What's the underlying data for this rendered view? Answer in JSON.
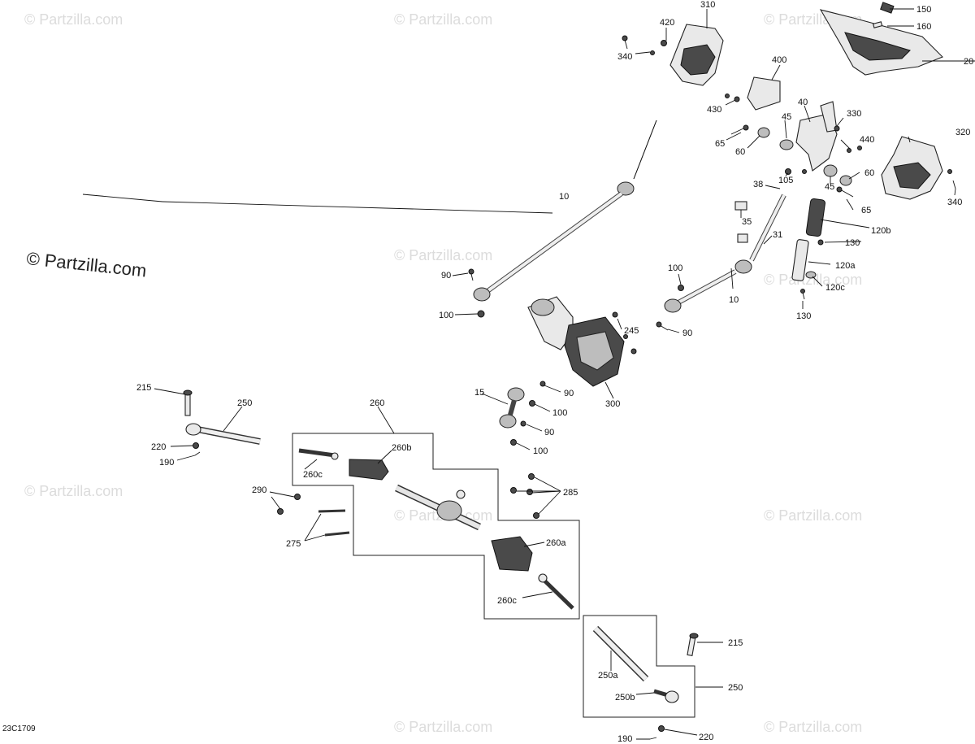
{
  "diagram": {
    "code": "23C1709",
    "watermark_main": "© Partzilla.com",
    "watermark_faint": "© Partzilla.com",
    "labels": {
      "p310": "310",
      "p150": "150",
      "p420": "420",
      "p160": "160",
      "p340a": "340",
      "p20": "20",
      "p400": "400",
      "p430": "430",
      "p40": "40",
      "p45a": "45",
      "p330": "330",
      "p65a": "65",
      "p60a": "60",
      "p320": "320",
      "p440": "440",
      "p105": "105",
      "p45b": "45",
      "p60b": "60",
      "p340b": "340",
      "p38": "38",
      "p10a": "10",
      "p65b": "65",
      "p35": "35",
      "p120b": "120b",
      "p31": "31",
      "p130a": "130",
      "p120a": "120a",
      "p100a": "100",
      "p90a": "90",
      "p120c": "120c",
      "p100b": "100",
      "p10b": "10",
      "p130b": "130",
      "p245": "245",
      "p90b": "90",
      "p215a": "215",
      "p250a": "250",
      "p15": "15",
      "p90c": "90",
      "p100c": "100",
      "p300": "300",
      "p260": "260",
      "p220a": "220",
      "p190a": "190",
      "p90d": "90",
      "p260b": "260b",
      "p100d": "100",
      "p260c1": "260c",
      "p290": "290",
      "p285": "285",
      "p275": "275",
      "p260a": "260a",
      "p260c2": "260c",
      "p215b": "215",
      "p250a2": "250a",
      "p250b": "250",
      "p250b2": "250b",
      "p190b": "190",
      "p220b": "220"
    }
  }
}
